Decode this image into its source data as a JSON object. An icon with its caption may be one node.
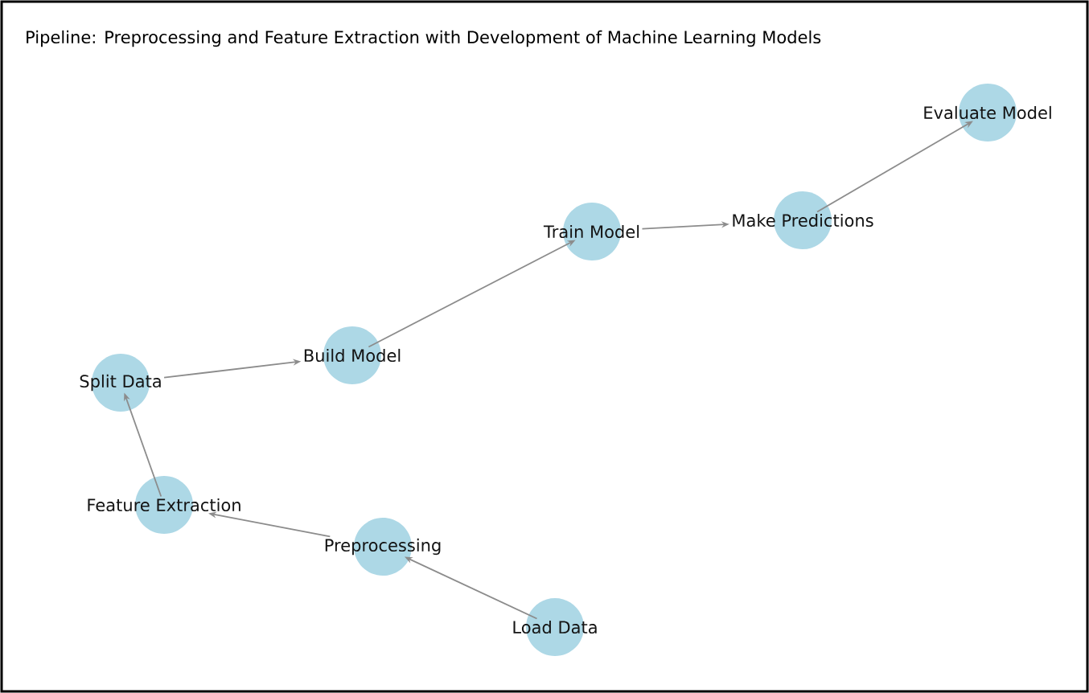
{
  "diagram": {
    "title": "Pipeline: Preprocessing and Feature Extraction with Development of Machine Learning Models",
    "nodes": [
      {
        "text": [
          "Load Data"
        ]
      },
      {
        "text": [
          "Preprocessing"
        ]
      },
      {
        "text": [
          "Feature Extraction"
        ]
      },
      {
        "text": [
          "Split Data"
        ]
      },
      {
        "text": [
          "Build Model"
        ]
      },
      {
        "text": [
          "Train Model"
        ]
      },
      {
        "text": [
          "Make Predictions"
        ]
      },
      {
        "text": [
          "Evaluate Model"
        ]
      }
    ],
    "edges": [
      {
        "from": 0,
        "to": 1,
        "arrow": "to"
      },
      {
        "from": 1,
        "to": 2,
        "arrow": "to"
      },
      {
        "from": 2,
        "to": 3,
        "arrow": "to"
      },
      {
        "from": 3,
        "to": 4,
        "arrow": "to"
      },
      {
        "from": 4,
        "to": 5,
        "arrow": "to"
      },
      {
        "from": 5,
        "to": 6,
        "arrow": "to"
      },
      {
        "from": 6,
        "to": 7,
        "arrow": "to"
      }
    ]
  }
}
